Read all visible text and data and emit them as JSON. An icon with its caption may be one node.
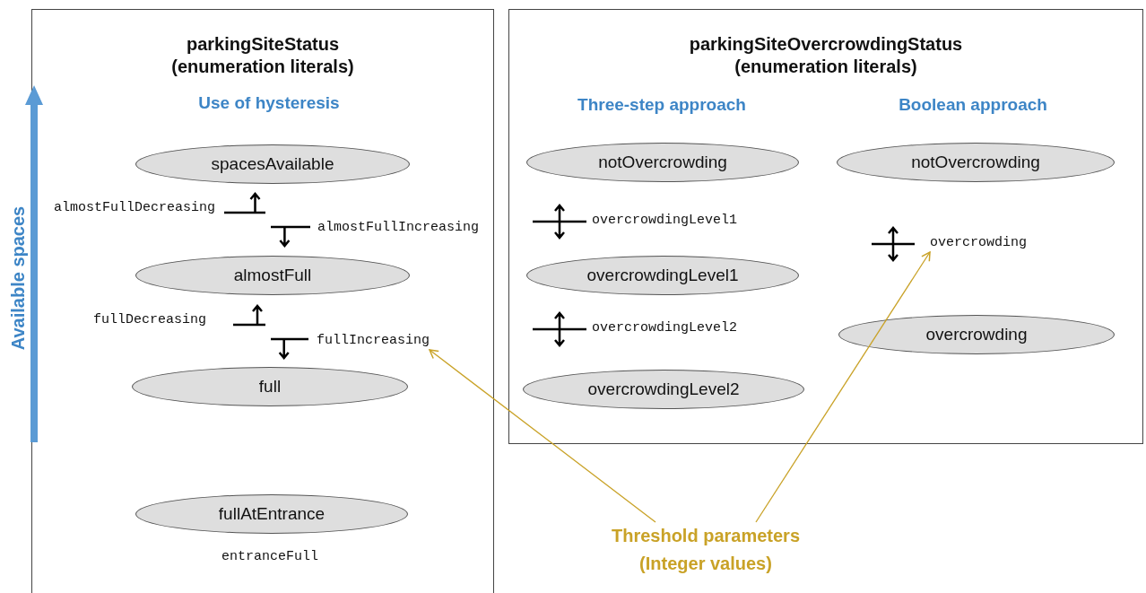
{
  "diagram": {
    "nodes": [
      {
        "text": [
          "parkingSiteStatus (enumeration literals)"
        ]
      },
      {
        "text": [
          "spacesAvailable"
        ],
        "in": 0
      },
      {
        "text": [
          "almostFull"
        ],
        "in": 0
      },
      {
        "text": [
          "fullIncreasing"
        ],
        "in": 0
      },
      {
        "text": [
          "full"
        ],
        "in": 0
      },
      {
        "text": [
          "fullAtEntrance"
        ],
        "in": 0,
        "beside": [
          "entranceFull"
        ]
      },
      {
        "text": [
          "parkingSiteOvercrowdingStatus (enumeration literals)"
        ]
      },
      {
        "text": [
          "notOvercrowding"
        ],
        "in": 6
      },
      {
        "text": [
          "overcrowdingLevel1"
        ],
        "in": 6
      },
      {
        "text": [
          "overcrowdingLevel2"
        ],
        "in": 6
      },
      {
        "text": [
          "notOvercrowding"
        ],
        "in": 6
      },
      {
        "text": [
          "overcrowding"
        ],
        "in": 6
      },
      {
        "text": [
          "overcrowding"
        ],
        "in": 6
      },
      {
        "text": [
          "Threshold parameters (Integer values)"
        ]
      }
    ],
    "edges": [
      {
        "from": 13,
        "to": 3,
        "arrow": "to"
      },
      {
        "from": 13,
        "to": 11,
        "arrow": "to"
      }
    ],
    "labels": [
      "Use of hysteresis",
      "Three-step approach",
      "Boolean approach",
      "Available spaces",
      "almostFullDecreasing",
      "almostFullIncreasing",
      "fullDecreasing",
      "overcrowdingLevel1",
      "overcrowdingLevel2"
    ]
  }
}
